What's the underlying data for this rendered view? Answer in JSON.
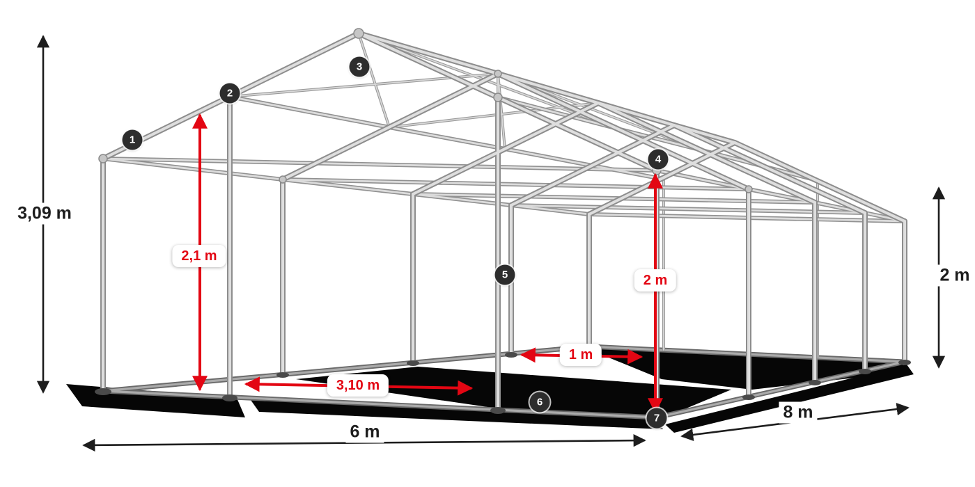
{
  "diagram": {
    "type": "product-dimension-diagram",
    "subject": "party-tent-steel-frame",
    "colors": {
      "dimension_red": "#e30613",
      "dimension_black": "#1d1d1d",
      "frame_light": "#dedede",
      "frame_mid": "#909090",
      "badge_background": "#2d2d2d"
    },
    "dimensions": {
      "total_height": "3,09 m",
      "gable_post_height": "2,1 m",
      "entrance_width": "3,10 m",
      "post_spacing": "1 m",
      "interior_side_height": "2 m",
      "side_wall_height": "2 m",
      "width": "6 m",
      "length": "8 m"
    },
    "markers": [
      "1",
      "2",
      "3",
      "4",
      "5",
      "6",
      "7"
    ]
  }
}
